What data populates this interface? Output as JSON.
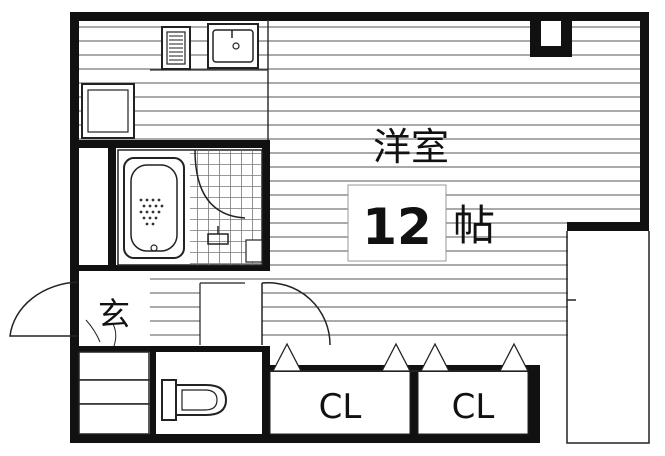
{
  "floorplan": {
    "room": {
      "name": "洋室",
      "size_number": "12",
      "size_unit": "帖"
    },
    "entrance_label": "玄",
    "closets": [
      {
        "label": "CL"
      },
      {
        "label": "CL"
      }
    ],
    "colors": {
      "wall": "#111111",
      "floor_line": "#555555",
      "background": "#ffffff"
    }
  }
}
